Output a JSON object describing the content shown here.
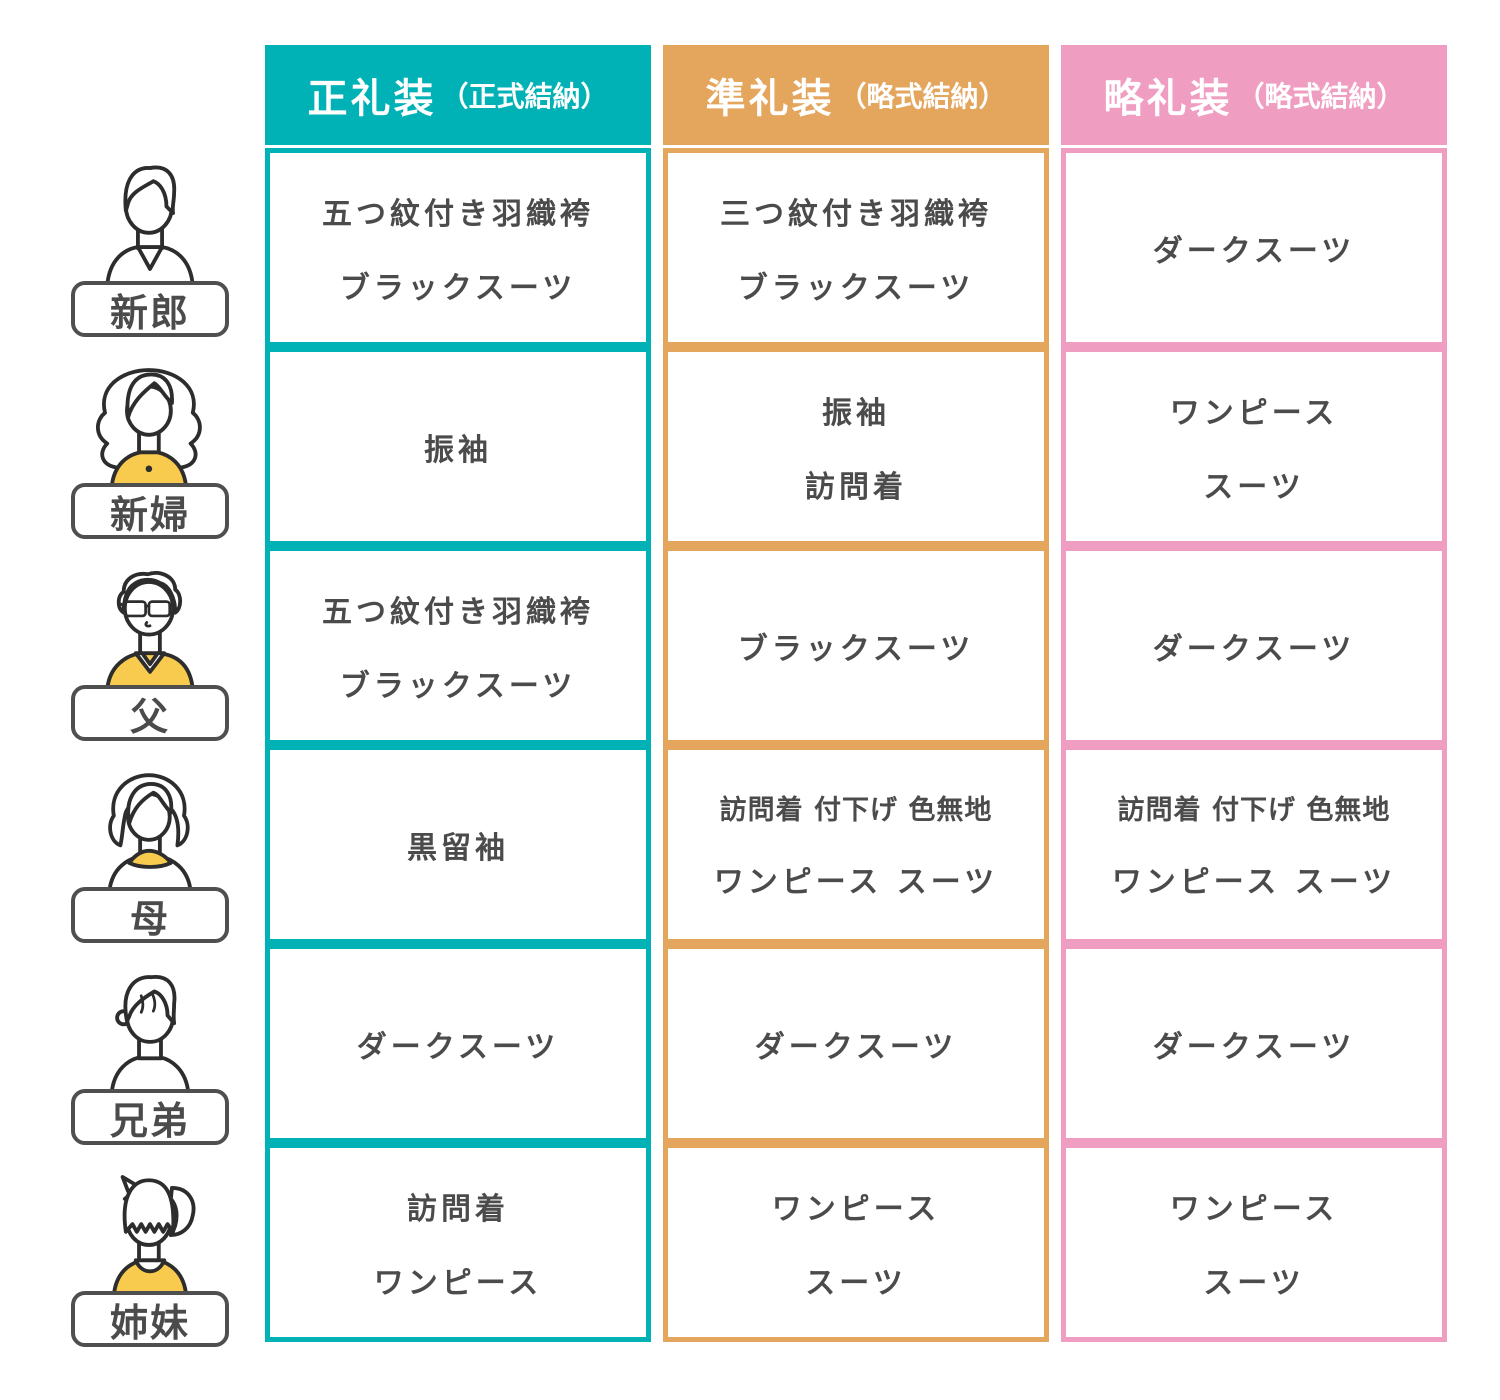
{
  "colors": {
    "teal": "#00b2b5",
    "orange": "#e4a55d",
    "pink": "#f09dc2",
    "cell_text": "#4b4b4b",
    "badge_border": "#4f4f4f",
    "accent_yellow": "#f8cb4f"
  },
  "table": {
    "columns": [
      {
        "title": "正礼装",
        "subtitle": "（正式結納）",
        "color": "#00b2b5"
      },
      {
        "title": "準礼装",
        "subtitle": "（略式結納）",
        "color": "#e4a55d"
      },
      {
        "title": "略礼装",
        "subtitle": "（略式結納）",
        "color": "#f09dc2"
      }
    ],
    "rows": [
      {
        "person": "新郎",
        "icon": "groom-icon",
        "cells": [
          {
            "lines": [
              "五つ紋付き羽織袴",
              "ブラックスーツ"
            ]
          },
          {
            "lines": [
              "三つ紋付き羽織袴",
              "ブラックスーツ"
            ]
          },
          {
            "lines": [
              "ダークスーツ"
            ]
          }
        ]
      },
      {
        "person": "新婦",
        "icon": "bride-icon",
        "cells": [
          {
            "lines": [
              "振袖"
            ]
          },
          {
            "lines": [
              "振袖",
              "訪問着"
            ]
          },
          {
            "lines": [
              "ワンピース",
              "スーツ"
            ]
          }
        ]
      },
      {
        "person": "父",
        "icon": "father-icon",
        "cells": [
          {
            "lines": [
              "五つ紋付き羽織袴",
              "ブラックスーツ"
            ]
          },
          {
            "lines": [
              "ブラックスーツ"
            ]
          },
          {
            "lines": [
              "ダークスーツ"
            ]
          }
        ]
      },
      {
        "person": "母",
        "icon": "mother-icon",
        "cells": [
          {
            "lines": [
              "黒留袖"
            ]
          },
          {
            "lines": [
              "訪問着 付下げ 色無地",
              "ワンピース スーツ"
            ]
          },
          {
            "lines": [
              "訪問着 付下げ 色無地",
              "ワンピース スーツ"
            ]
          }
        ]
      },
      {
        "person": "兄弟",
        "icon": "brother-icon",
        "cells": [
          {
            "lines": [
              "ダークスーツ"
            ]
          },
          {
            "lines": [
              "ダークスーツ"
            ]
          },
          {
            "lines": [
              "ダークスーツ"
            ]
          }
        ]
      },
      {
        "person": "姉妹",
        "icon": "sister-icon",
        "cells": [
          {
            "lines": [
              "訪問着",
              "ワンピース"
            ]
          },
          {
            "lines": [
              "ワンピース",
              "スーツ"
            ]
          },
          {
            "lines": [
              "ワンピース",
              "スーツ"
            ]
          }
        ]
      }
    ]
  }
}
